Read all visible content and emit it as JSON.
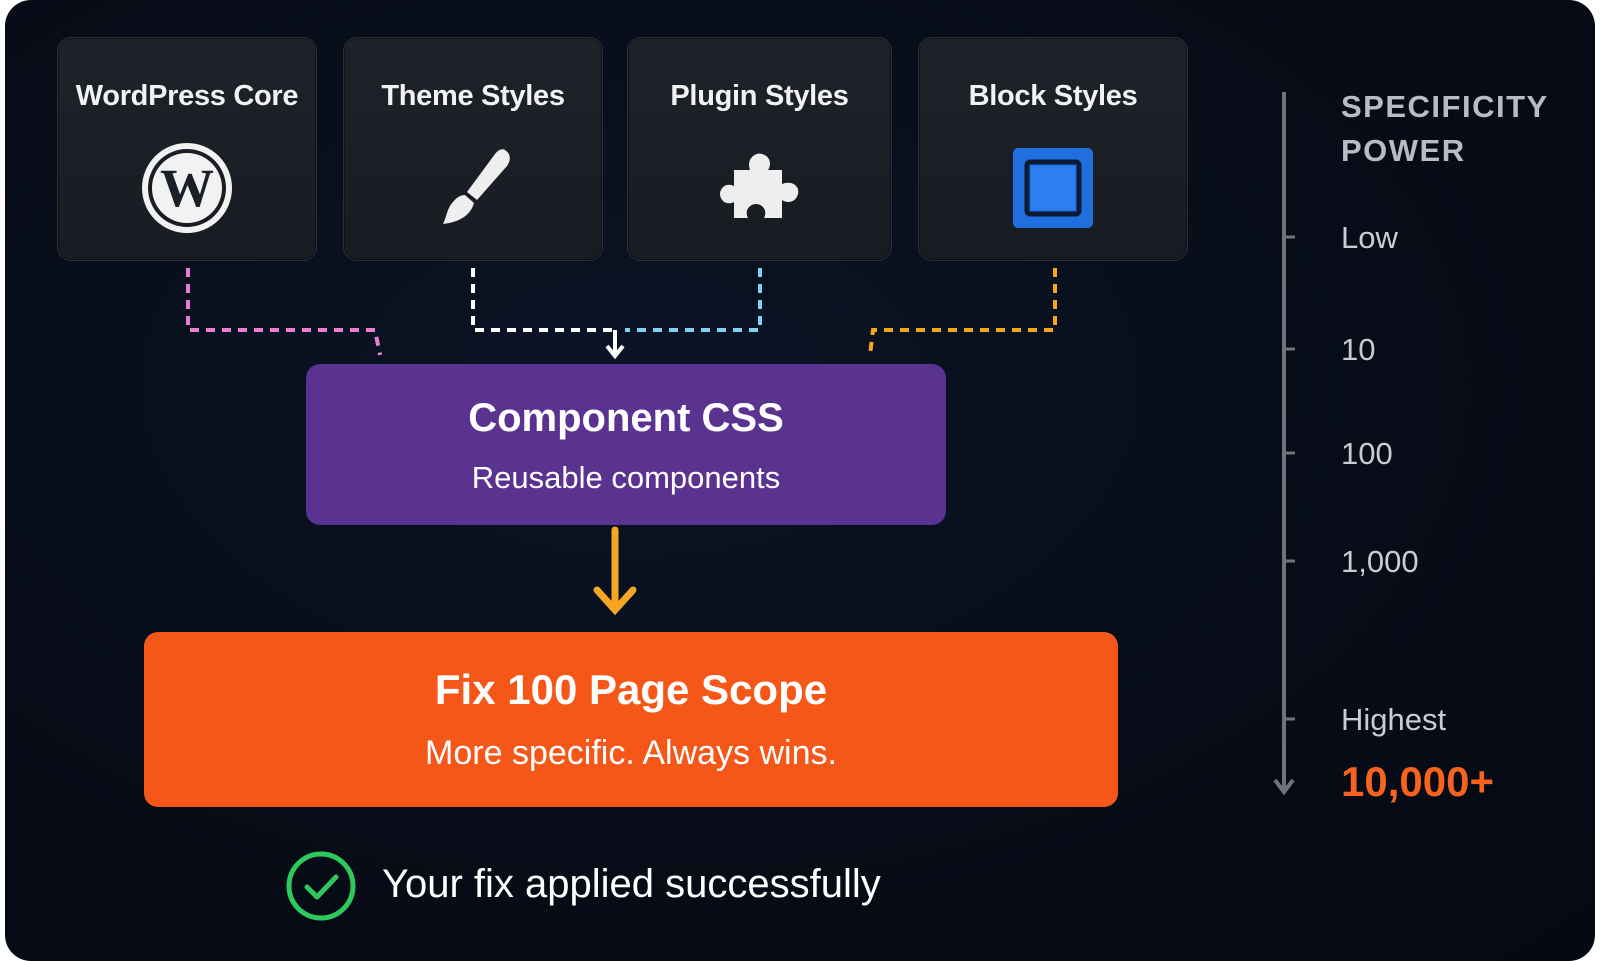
{
  "sources": [
    {
      "label": "WordPress Core",
      "icon": "wordpress-icon",
      "connector_color": "#e97fd3"
    },
    {
      "label": "Theme Styles",
      "icon": "paintbrush-icon",
      "connector_color": "#ffffff"
    },
    {
      "label": "Plugin Styles",
      "icon": "puzzle-piece-icon",
      "connector_color": "#7fd3f0"
    },
    {
      "label": "Block Styles",
      "icon": "block-square-icon",
      "connector_color": "#f6a81a"
    }
  ],
  "component": {
    "title": "Component CSS",
    "subtitle": "Reusable components",
    "color": "#5a3391"
  },
  "arrow_color": "#f6a623",
  "fix": {
    "title": "Fix 100 Page Scope",
    "subtitle": "More specific. Always wins.",
    "color": "#f55719"
  },
  "status": {
    "text": "Your fix applied successfully",
    "icon": "check-circle-icon",
    "color": "#2ec95c"
  },
  "scale": {
    "title_line1": "SPECIFICITY",
    "title_line2": "POWER",
    "levels": [
      "Low",
      "10",
      "100",
      "1,000",
      "Highest"
    ],
    "max_value": "10,000+",
    "max_color": "#f7621f"
  }
}
